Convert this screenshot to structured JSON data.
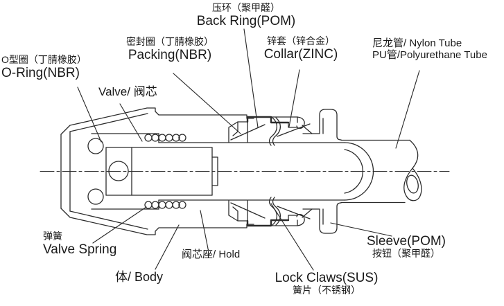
{
  "figure": {
    "kind": "pneumatic-quick-fitting-cross-section"
  },
  "labels": {
    "back_ring": {
      "cn": "压环（聚甲醛）",
      "en": "Back Ring(POM)"
    },
    "packing": {
      "cn": "密封圈（丁腈橡胶）",
      "en": "Packing(NBR)"
    },
    "collar": {
      "cn": "锌套（锌合金）",
      "en": "Collar(ZINC)"
    },
    "tube": {
      "line1": "尼龙管/ Nylon Tube",
      "line2": "PU管/Polyurethane Tube"
    },
    "o_ring": {
      "cn": "O型圈（丁腈橡胶）",
      "en": "O-Ring(NBR)"
    },
    "valve": {
      "text": "Valve/ 阀芯"
    },
    "valve_spring": {
      "cn": "弹簧",
      "en": "Valve Spring"
    },
    "body": {
      "text": "体/ Body"
    },
    "hold": {
      "text": "阀芯座/ Hold"
    },
    "lock_claws": {
      "en": "Lock Claws(SUS)",
      "cn": "簧片（不锈钢）"
    },
    "sleeve": {
      "en": "Sleeve(POM)",
      "cn": "按钮（聚甲醛）"
    }
  },
  "colors": {
    "line": "#2b2b2b",
    "text": "#1a1a1a",
    "background": "#ffffff"
  }
}
